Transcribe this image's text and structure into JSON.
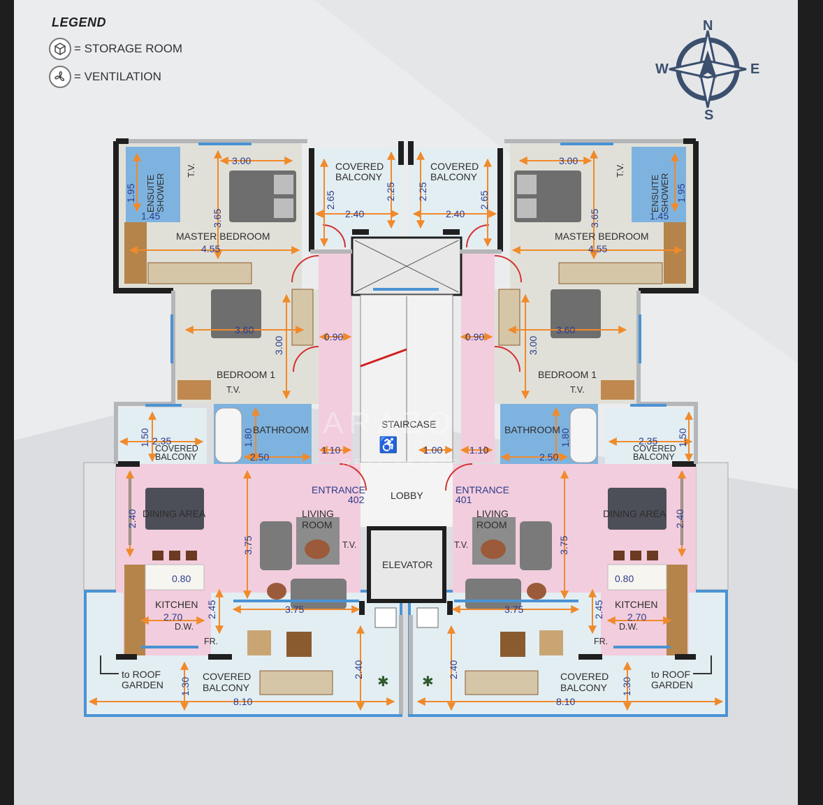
{
  "legend": {
    "title": "LEGEND",
    "items": [
      {
        "icon": "storage-room-icon",
        "label": "= STORAGE ROOM"
      },
      {
        "icon": "ventilation-icon",
        "label": "= VENTILATION"
      }
    ]
  },
  "compass": {
    "n": "N",
    "s": "S",
    "e": "E",
    "w": "W"
  },
  "colors": {
    "wall": "#1f1f1f",
    "wall_light": "#b5b6b8",
    "bedroom_floor": "#e1e0d8",
    "pink_floor": "#f2cddd",
    "balcony_floor": "#e3eef3",
    "bathroom_floor": "#7fb3df",
    "dimension_arrow": "#f08a2a",
    "dimension_text": "#2c3a8a",
    "window": "#4a93d4",
    "door": "#d33030"
  },
  "rooms": {
    "master_bedroom": "MASTER BEDROOM",
    "ensuite": [
      "ENSUITE",
      "SHOWER"
    ],
    "covered_balcony": [
      "COVERED",
      "BALCONY"
    ],
    "bedroom1": "BEDROOM 1",
    "tv": "T.V.",
    "bathroom": "BATHROOM",
    "staircase": "STAIRCASE",
    "lobby": "LOBBY",
    "elevator": "ELEVATOR",
    "entrance_left": [
      "ENTRANCE",
      "402"
    ],
    "entrance_right": [
      "ENTRANCE",
      "401"
    ],
    "dining": "DINING AREA",
    "living": [
      "LIVING",
      "ROOM"
    ],
    "kitchen": "KITCHEN",
    "dw": "D.W.",
    "fr": "FR.",
    "roof_garden": [
      "to ROOF",
      "GARDEN"
    ]
  },
  "dims": {
    "d300": "3.00",
    "d195": "1.95",
    "d145": "1.45",
    "d365": "3.65",
    "d455": "4.55",
    "d265": "2.65",
    "d225": "2.25",
    "d240": "2.40",
    "d360": "3.60",
    "d090": "0.90",
    "d150": "1.50",
    "d235": "2.35",
    "d180": "1.80",
    "d250": "2.50",
    "d110": "1.10",
    "d100": "1.00",
    "d375": "3.75",
    "d080": "0.80",
    "d270": "2.70",
    "d245": "2.45",
    "d130": "1.30",
    "d810": "8.10"
  },
  "watermark": [
    "ARAZO",
    "REAL ESTATE"
  ]
}
